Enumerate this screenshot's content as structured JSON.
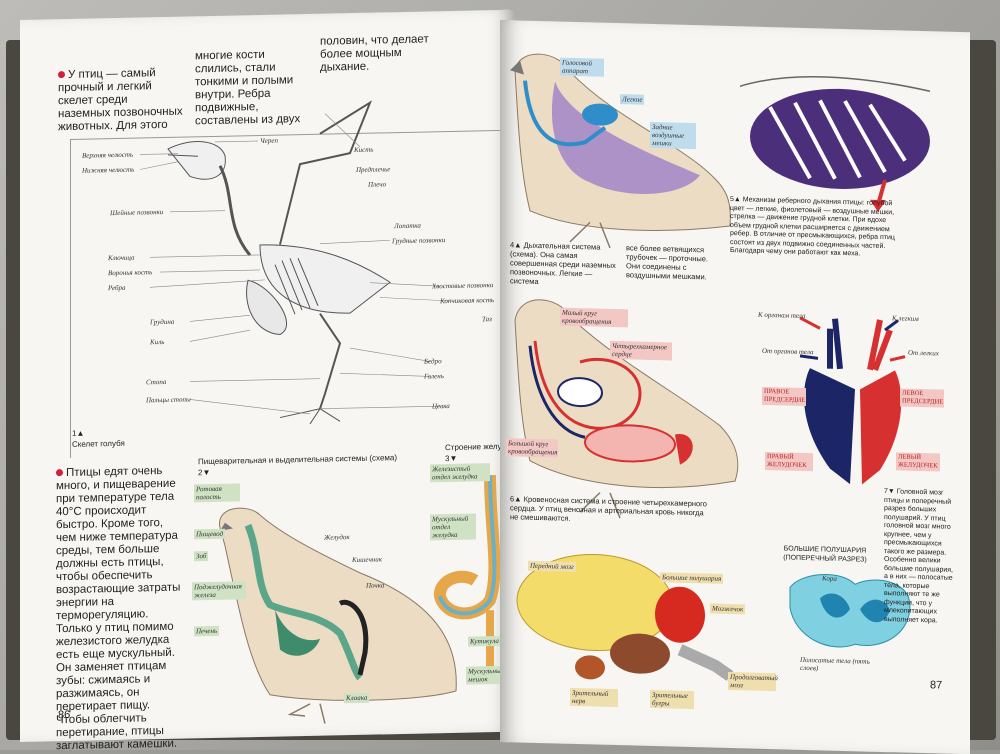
{
  "left_page": {
    "intro_col1": "У птиц — самый прочный и легкий скелет среди наземных позвоночных животных. Для этого",
    "intro_col2": "многие кости слились, стали тонкими и полыми внутри. Ребра подвижные, составлены из двух",
    "intro_col3": "половин, что делает более мощным дыхание.",
    "skeleton_labels": {
      "upper_jaw": "Верхняя челюсть",
      "lower_jaw": "Нижняя челюсть",
      "skull": "Череп",
      "hand": "Кисть",
      "forearm": "Предплечье",
      "shoulder": "Плечо",
      "neck": "Шейные позвонки",
      "scapula": "Лопатка",
      "thoracic": "Грудные позвонки",
      "clavicle": "Ключица",
      "coracoid": "Воронья кость",
      "ribs": "Ребра",
      "tail_vert": "Хвостовые позвонки",
      "pygostyle": "Копчиковая кость",
      "sternum": "Грудина",
      "keel": "Киль",
      "pelvis": "Таз",
      "femur": "Бедро",
      "shin": "Голень",
      "foot": "Стопа",
      "toes": "Пальцы стопы",
      "tarsus": "Цевка"
    },
    "fig1_num": "1▲",
    "fig1_caption": "Скелет голубя",
    "digest_text": "Птицы едят очень много, и пищеварение при температуре тела 40°С происходит быстро. Кроме того, чем ниже температура среды, тем больше должны есть птицы, чтобы обеспечить возрастающие затраты энергии на терморегуляцию. Только у птиц помимо железистого желудка есть еще мускульный. Он заменяет птицам зубы: сжимаясь и разжимаясь, он перетирает пищу. Чтобы облегчить перетирание, птицы заглатывают камешки.",
    "fig2_title": "Пищеварительная и выделительная системы (схема)",
    "fig2_num": "2▼",
    "digest_labels": {
      "mouth": "Ротовая полость",
      "esophagus": "Пищевод",
      "crop": "Зоб",
      "pancreas": "Поджелудочная железа",
      "liver": "Печень",
      "stomach": "Желудок",
      "intestine": "Кишечник",
      "kidney": "Почка",
      "cloaca": "Клоака"
    },
    "fig3_title": "Строение желудка",
    "fig3_num": "3▼",
    "stomach_labels": {
      "glandular": "Железистый отдел желудка",
      "muscular": "Мускульный отдел желудка",
      "cuticle": "Кутикула",
      "muscle": "Мускульный мешок"
    },
    "page_number": "86"
  },
  "right_page": {
    "resp_labels": {
      "larynx": "Голосовой аппарат",
      "lungs": "Легкие",
      "air_sacs": "Задние воздушные мешки"
    },
    "fig4_caption": "4▲ Дыхательная система (схема). Она самая совершенная среди наземных позвоночных. Легкие — система",
    "fig4_caption2": "все более ветвящихся трубочек — проточные. Они соединены с воздушными мешками.",
    "fig5_caption": "5▲ Механизм реберного дыхания птицы: голубой цвет — легкие, фиолетовый — воздушные мешки, стрелка — движение грудной клетки. При вдохе объем грудной клетки расширяется с движением ребер. В отличие от пресмыкающихся, ребра птиц состоят из двух подвижно соединенных частей. Благодаря чему они работают как меха.",
    "circ_labels": {
      "small_circle": "Малый круг кровообращения",
      "four_heart": "Четырехкамерное сердце",
      "big_circle": "Большой круг кровообращения"
    },
    "fig6_caption": "6▲ Кровеносная система и строение четырехкамерного сердца. У птиц венозная и артериальная кровь никогда не смешиваются.",
    "heart_labels": {
      "to_organs": "К органам тела",
      "to_lungs": "К легким",
      "from_organs": "От органов тела",
      "from_lungs": "От легких",
      "right_atrium": "ПРАВОЕ ПРЕДСЕРДИЕ",
      "left_atrium": "ЛЕВОЕ ПРЕДСЕРДИЕ",
      "right_ventricle": "ПРАВЫЙ ЖЕЛУДОЧЕК",
      "left_ventricle": "ЛЕВЫЙ ЖЕЛУДОЧЕК"
    },
    "brain_labels": {
      "forebrain": "Передний мозг",
      "hemispheres": "Большие полушария",
      "cerebellum": "Мозжечок",
      "optic_nerve": "Зрительный нерв",
      "optic_lobes": "Зрительные бугры",
      "medulla": "Продолговатый мозг"
    },
    "hemis_title": "БОЛЬШИЕ ПОЛУШАРИЯ (ПОПЕРЕЧНЫЙ РАЗРЕЗ)",
    "hemis_labels": {
      "bark": "Кора",
      "striatum": "Полосатые тела (пять слоев)"
    },
    "fig7_caption": "7▼ Головной мозг птицы и поперечный разрез больших полушарий. У птиц головной мозг много крупнее, чем у пресмыкающихся такого же размера. Особенно велики большие полушария, а в них — полосатые тела, которые выполняют те же функции, что у млекопитающих выполняет кора.",
    "page_number": "87"
  },
  "colors": {
    "red_dot": "#d2203a",
    "lung_blue": "#2f8ec9",
    "sac_purple": "#6d4a9e",
    "artery_red": "#d63030",
    "vein_navy": "#1c2565",
    "brain_yellow": "#f4dc6a"
  }
}
